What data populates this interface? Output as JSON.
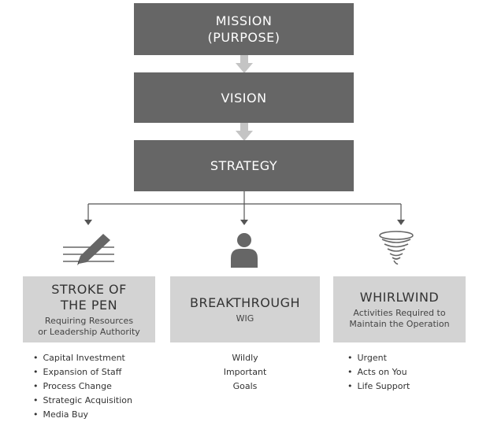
{
  "hierarchy": {
    "mission": [
      "MISSION",
      "(PURPOSE)"
    ],
    "vision": "VISION",
    "strategy": "STRATEGY"
  },
  "branches": [
    {
      "icon": "pen-icon",
      "title": [
        "STROKE OF",
        "THE PEN"
      ],
      "subtitle": [
        "Requiring Resources",
        "or Leadership Authority"
      ],
      "items": [
        "Capital Investment",
        "Expansion of Staff",
        "Process Change",
        "Strategic Acquisition",
        "Media Buy"
      ]
    },
    {
      "icon": "person-icon",
      "title": [
        "BREAKTHROUGH"
      ],
      "subtitle": [
        "WIG"
      ],
      "items": [
        "Wildly",
        "Important",
        "Goals"
      ]
    },
    {
      "icon": "tornado-icon",
      "title": [
        "WHIRLWIND"
      ],
      "subtitle": [
        "Activities Required to",
        "Maintain the Operation"
      ],
      "items": [
        "Urgent",
        "Acts on You",
        "Life Support"
      ]
    }
  ],
  "colors": {
    "dark_box": "#666666",
    "light_box": "#d3d3d3",
    "arrow": "#c4c4c4",
    "connector": "#555555"
  }
}
